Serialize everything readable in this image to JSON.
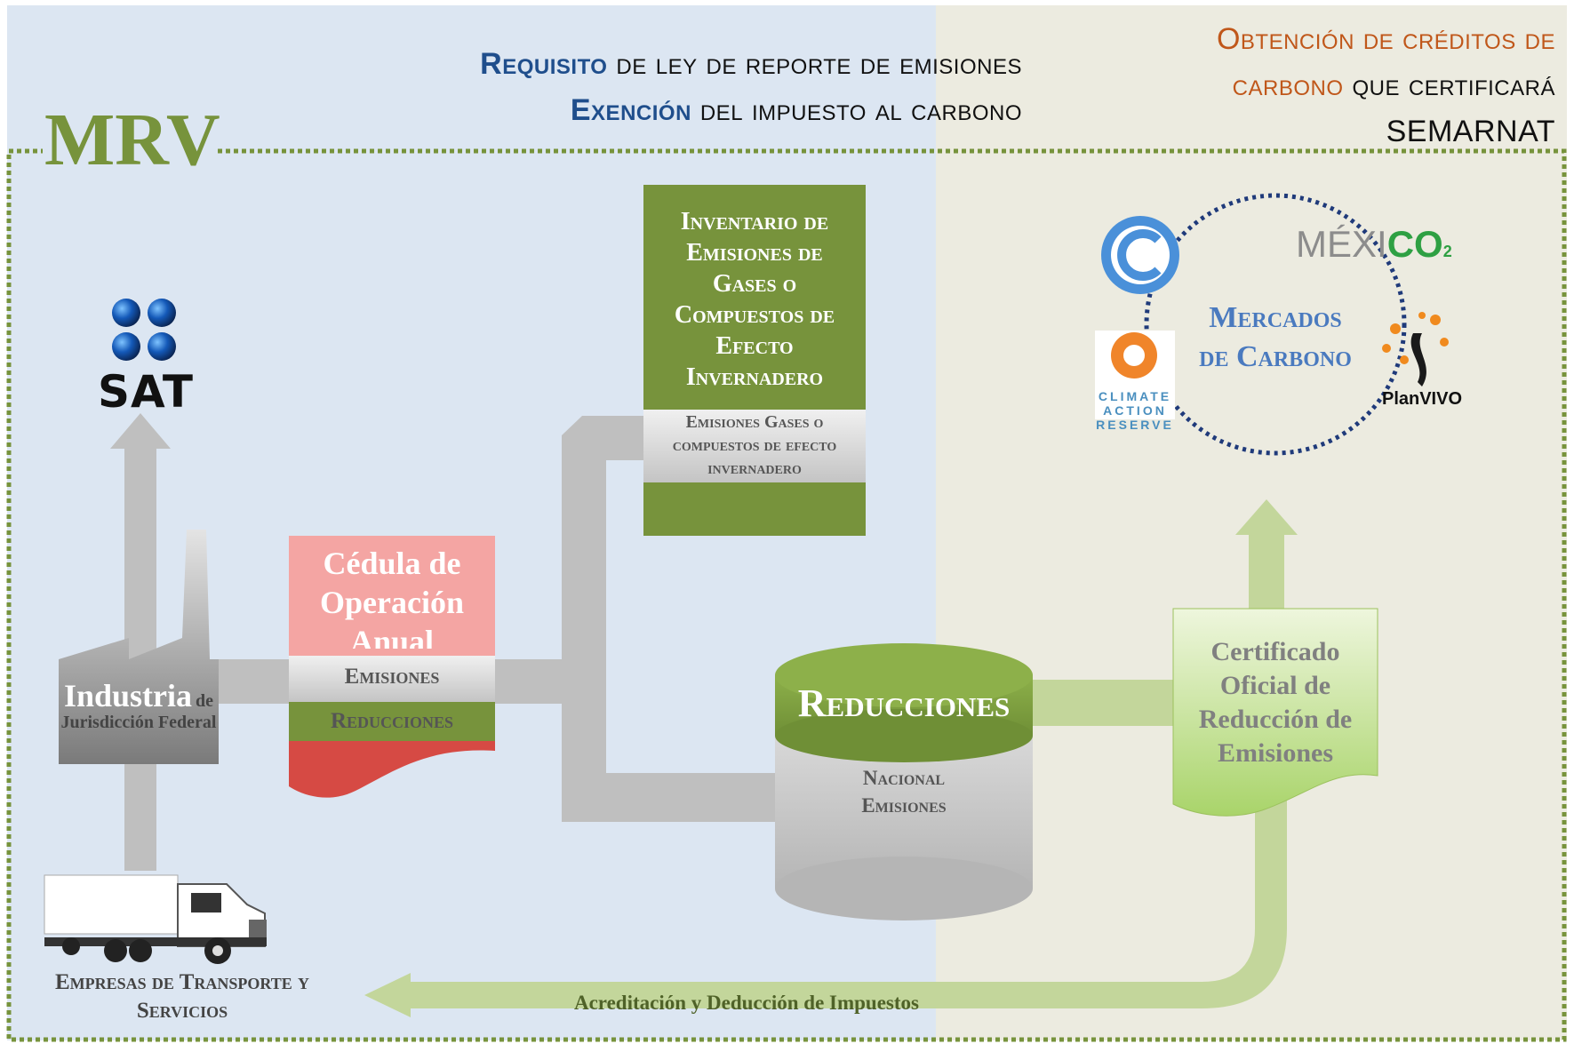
{
  "header": {
    "left_line1_strong": "Requisito",
    "left_line1_rest": " de ley de reporte de emisiones",
    "left_line2_strong": "Exención",
    "left_line2_rest": " del impuesto al carbono",
    "right_line1": "Obtención de créditos de",
    "right_line2_strong": "carbono",
    "right_line2_rest": " que certificará",
    "right_line3": "SEMARNAT"
  },
  "mrv_label": "MRV",
  "sat": {
    "logo_text": "SAT"
  },
  "industry": {
    "main": "Industria",
    "suffix": "de",
    "sub": "Jurisdicción Federal"
  },
  "transport": {
    "line1": "Empresas de Transporte y",
    "line2": "Servicios"
  },
  "cedula": {
    "line1": "Cédula de",
    "line2": "Operación",
    "line3": "Anual",
    "emisiones": "Emisiones",
    "reducciones": "Reducciones"
  },
  "inventario": {
    "lines": [
      "Inventario de",
      "Emisiones de",
      "Gases o",
      "Compuestos de",
      "Efecto",
      "Invernadero"
    ],
    "sub_line1": "Emisiones Gases o",
    "sub_line2": "compuestos de efecto",
    "sub_line3": "invernadero"
  },
  "cylinder": {
    "top": "Reducciones",
    "line1": "Nacional",
    "line2": "Emisiones"
  },
  "certificado": {
    "lines": [
      "Certificado",
      "Oficial de",
      "Reducción de",
      "Emisiones"
    ]
  },
  "bottom_arrow": "Acreditación y Deducción de Impuestos",
  "mercados": {
    "line1": "Mercados",
    "line2": "de Carbono"
  },
  "logos": {
    "mexico_a": "MÉXI",
    "mexico_b": "CO",
    "mexico_sub": "2",
    "car_line1": "CLIMATE",
    "car_line2": "ACTION",
    "car_line3": "RESERVE",
    "planvivo": "PlanVIVO"
  },
  "colors": {
    "left_bg": "#dce6f2",
    "right_bg": "#ecebe0",
    "green_dark": "#77933c",
    "green_light": "#c3d69b",
    "pink": "#f4a5a3",
    "red": "#d64a44",
    "gray_arrow": "#bfbfbf",
    "blue_text": "#1f4e8c",
    "orange_text": "#c0571a"
  }
}
